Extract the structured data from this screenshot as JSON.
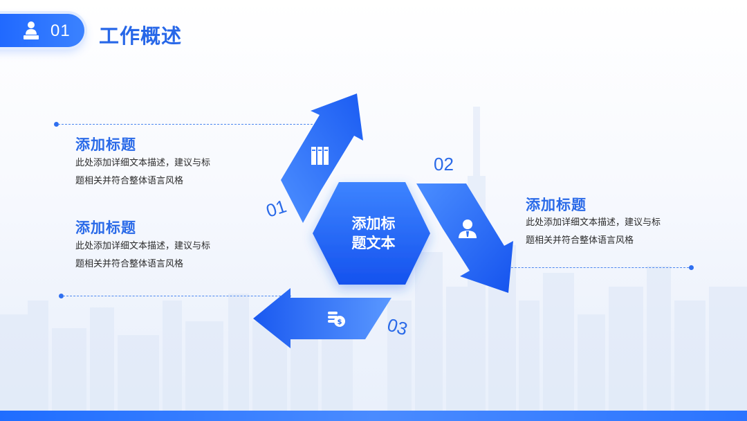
{
  "header": {
    "number": "01",
    "title": "工作概述",
    "icon": "person-desk-icon"
  },
  "center": {
    "line1": "添加标",
    "line2": "题文本"
  },
  "steps": [
    {
      "number": "01",
      "icon": "books-icon"
    },
    {
      "number": "02",
      "icon": "user-icon"
    },
    {
      "number": "03",
      "icon": "coins-icon"
    }
  ],
  "blocks": [
    {
      "title": "添加标题",
      "line1": "此处添加详细文本描述，建议与标",
      "line2": "题相关并符合整体语言风格"
    },
    {
      "title": "添加标题",
      "line1": "此处添加详细文本描述，建议与标",
      "line2": "题相关并符合整体语言风格"
    },
    {
      "title": "添加标题",
      "line1": "此处添加详细文本描述，建议与标",
      "line2": "题相关并符合整体语言风格"
    }
  ],
  "colors": {
    "accent": "#2a6ae8",
    "arrow_light": "#4a8cff",
    "arrow_dark": "#1a5af0",
    "dash": "#4a86ef"
  }
}
